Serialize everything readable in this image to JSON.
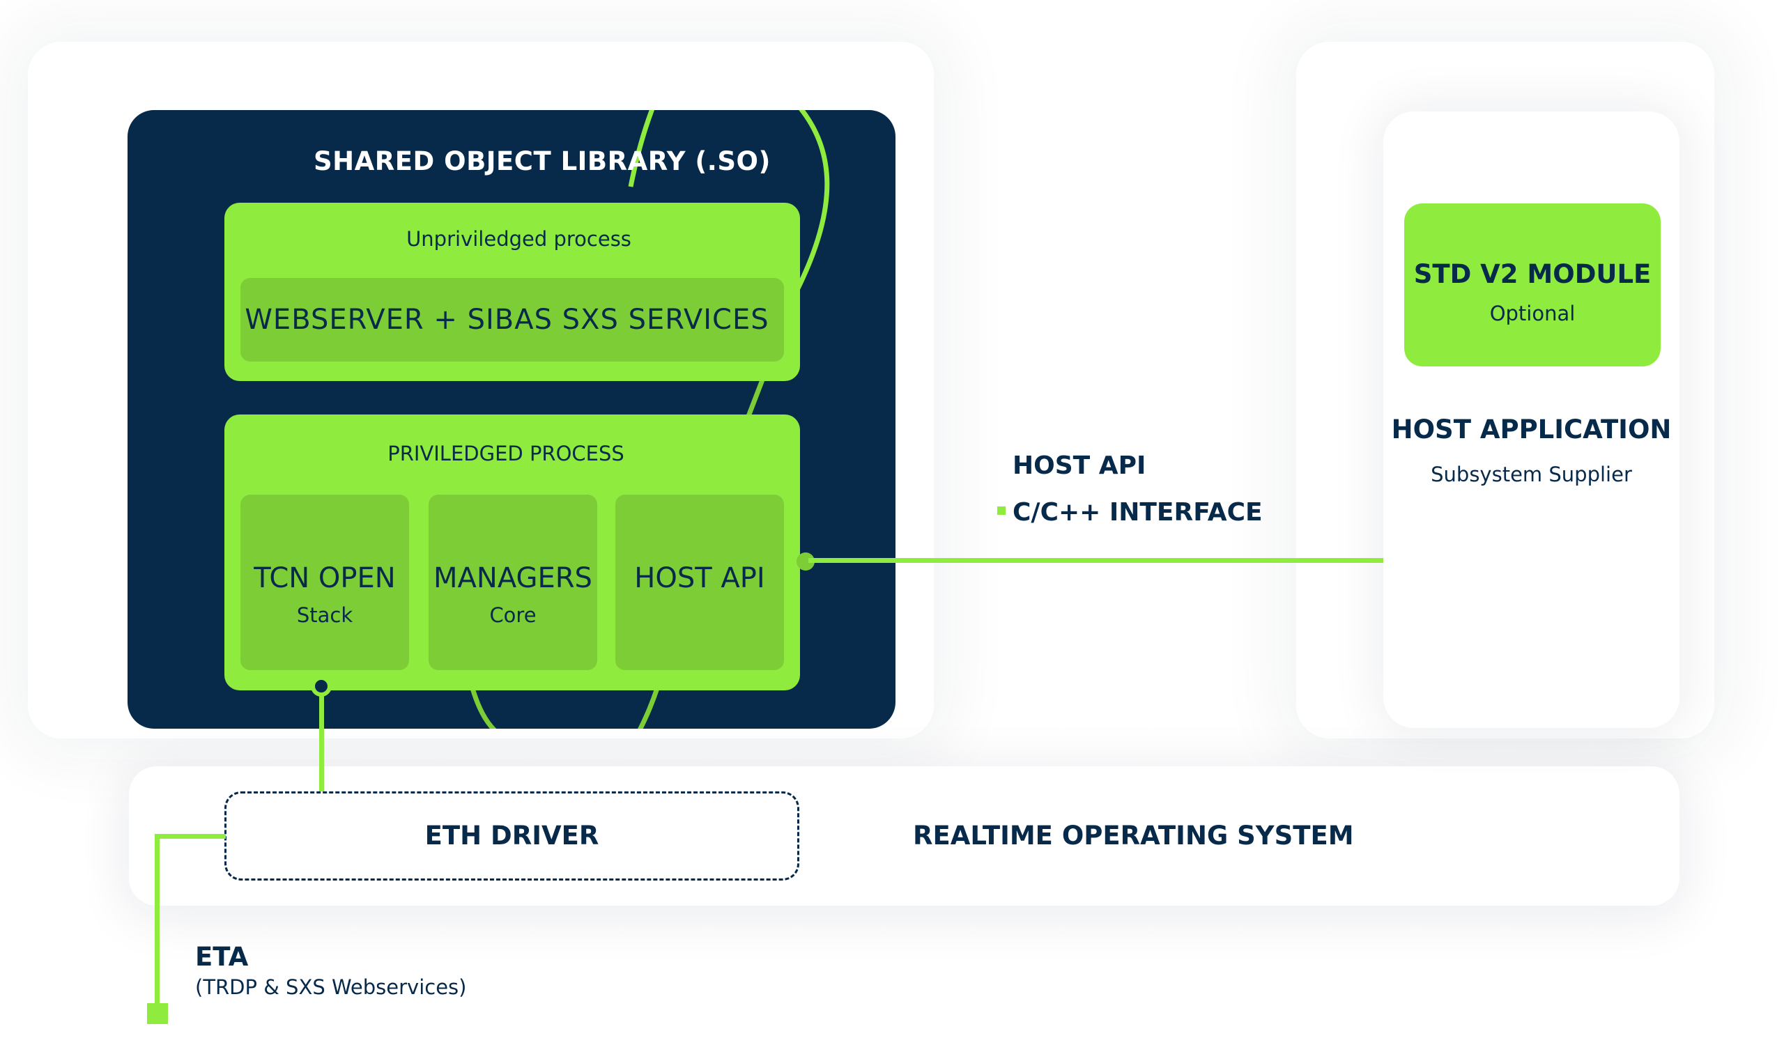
{
  "library": {
    "title": "SHARED OBJECT LIBRARY (.SO)",
    "unprivileged": {
      "label": "Unpriviledged process",
      "service": "WEBSERVER + SIBAS SXS SERVICES"
    },
    "privileged": {
      "label": "PRIVILEDGED PROCESS",
      "modules": [
        {
          "title": "TCN OPEN",
          "subtitle": "Stack"
        },
        {
          "title": "MANAGERS",
          "subtitle": "Core"
        },
        {
          "title": "HOST API",
          "subtitle": ""
        }
      ]
    }
  },
  "connection": {
    "title": "HOST API",
    "subtitle": "C/C++ INTERFACE"
  },
  "host": {
    "module_title": "STD V2 MODULE",
    "module_subtitle": "Optional",
    "app_title": "HOST APPLICATION",
    "app_subtitle": "Subsystem Supplier"
  },
  "os": {
    "driver": "ETH DRIVER",
    "title": "REALTIME OPERATING SYSTEM"
  },
  "eta": {
    "title": "ETA",
    "subtitle": "(TRDP & SXS Webservices)"
  },
  "colors": {
    "navy": "#07294a",
    "green": "#8fec3f",
    "green_inner": "#7ccd36",
    "curve": "#8fec3f"
  }
}
